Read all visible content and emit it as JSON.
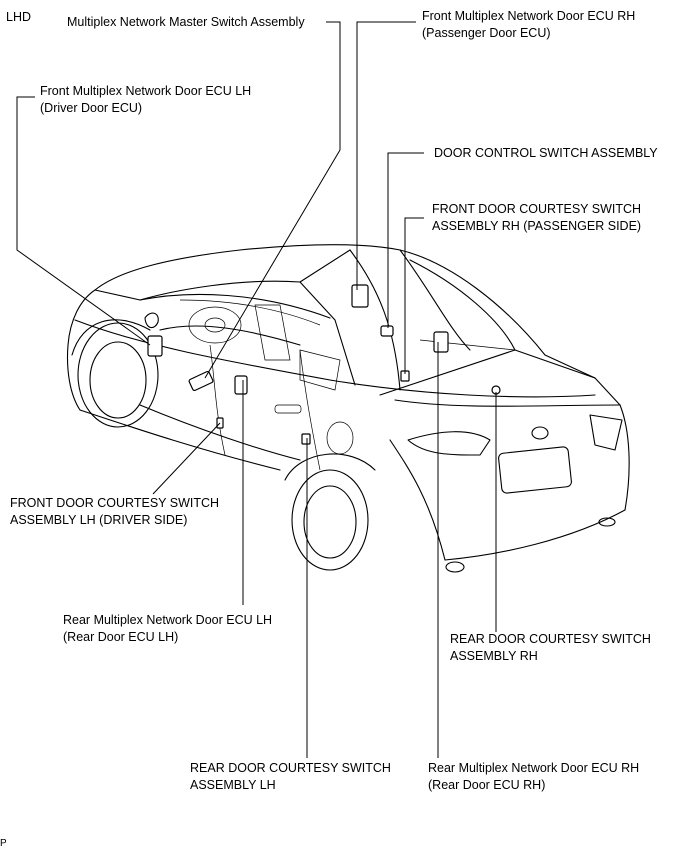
{
  "corner_label": "LHD",
  "footer_mark": "P",
  "labels": {
    "master_switch": [
      "Multiplex Network Master Switch Assembly"
    ],
    "ecu_rh": [
      "Front Multiplex Network Door ECU RH",
      "(Passenger Door ECU)"
    ],
    "ecu_lh": [
      "Front Multiplex Network Door ECU LH",
      "(Driver Door ECU)"
    ],
    "door_control": [
      "DOOR CONTROL SWITCH ASSEMBLY"
    ],
    "courtesy_front_rh": [
      "FRONT DOOR COURTESY SWITCH",
      "ASSEMBLY RH (PASSENGER SIDE)"
    ],
    "courtesy_front_lh": [
      "FRONT DOOR COURTESY SWITCH",
      "ASSEMBLY LH (DRIVER SIDE)"
    ],
    "rear_ecu_lh": [
      "Rear Multiplex Network Door ECU LH",
      "(Rear Door ECU LH)"
    ],
    "courtesy_rear_rh": [
      "REAR DOOR COURTESY SWITCH",
      "ASSEMBLY RH"
    ],
    "courtesy_rear_lh": [
      "REAR DOOR COURTESY SWITCH",
      "ASSEMBLY LH"
    ],
    "rear_ecu_rh": [
      "Rear Multiplex Network Door ECU RH",
      "(Rear Door ECU RH)"
    ]
  }
}
